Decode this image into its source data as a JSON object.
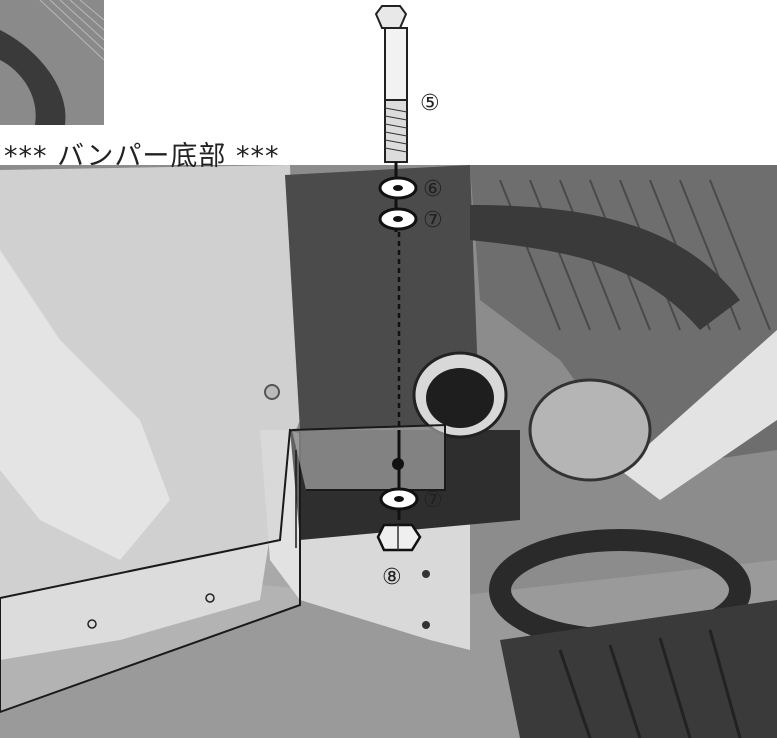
{
  "title": "*** バンパー底部 ***",
  "parts": {
    "bolt": "⑤",
    "washer_top": "⑥",
    "washer_mid": "⑦",
    "washer_low": "⑦",
    "nut": "⑧"
  },
  "colors": {
    "floor": "#8a8a8a",
    "bumper": "#c9c9c9",
    "dark_frame": "#2b2b2b",
    "line": "#1a1a1a"
  },
  "icons": {
    "bolt": "hex-bolt-icon",
    "washer": "washer-icon",
    "nut": "hex-nut-icon"
  }
}
